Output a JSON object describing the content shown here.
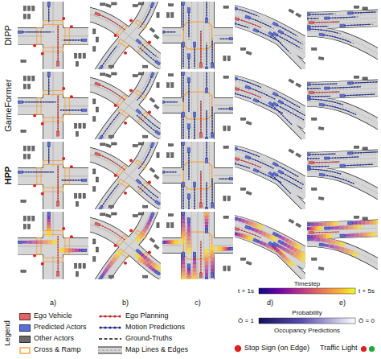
{
  "diagram": {
    "labels": [
      "DIPP",
      "GameFormer",
      "HPP",
      "a)",
      "b)",
      "c)",
      "d)",
      "e)",
      "Legend",
      "Timestep",
      "t + 1s",
      "t + 5s",
      "Probability",
      "Ō = 1",
      "Ō = 0",
      "Occupancy Predictions"
    ],
    "legend": [
      {
        "text": "Ego Vehicle",
        "color": "#e06666"
      },
      {
        "text": "Predicted Actors",
        "color": "#5b6fd6"
      },
      {
        "text": "Other Actors",
        "color": "#6b6b6b"
      },
      {
        "text": "Cross & Ramp"
      },
      {
        "text": "Ego Planning"
      },
      {
        "text": "Motion Predictions"
      },
      {
        "text": "Ground-Truths"
      },
      {
        "text": "Map Lines & Edges"
      },
      {
        "text": "Stop Sign (on Edge)"
      },
      {
        "text": "Traffic Light"
      }
    ]
  }
}
